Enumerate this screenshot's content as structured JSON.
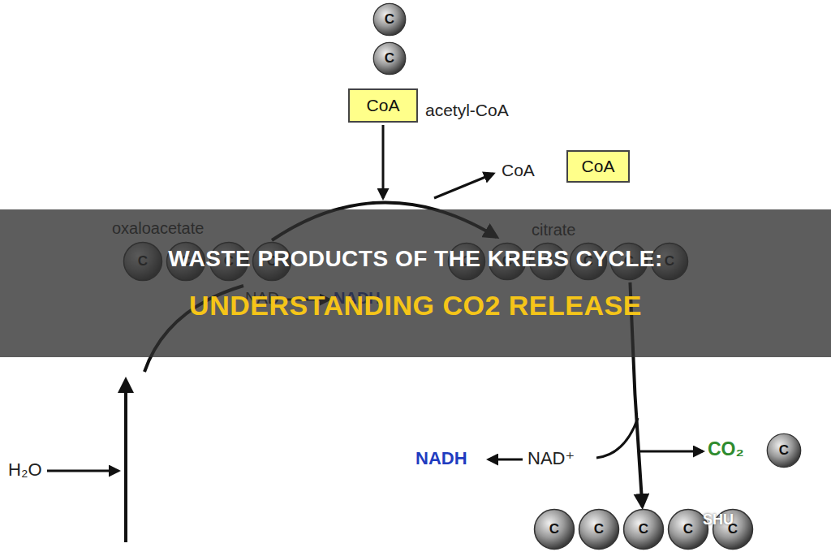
{
  "diagram": {
    "nodes": [
      {
        "text": [
          "C"
        ]
      },
      {
        "text": [
          "C"
        ]
      },
      {
        "text": [
          "CoA"
        ]
      },
      {
        "text": [
          "CoA"
        ]
      },
      {
        "text": [
          "C"
        ]
      },
      {
        "text": [
          "C"
        ]
      },
      {
        "text": [
          "C"
        ]
      },
      {
        "text": [
          "C"
        ]
      },
      {
        "text": [
          "C"
        ]
      },
      {
        "text": [
          "C"
        ]
      },
      {
        "text": [
          "C"
        ]
      },
      {
        "text": [
          "C"
        ]
      },
      {
        "text": [
          "C"
        ]
      },
      {
        "text": [
          "C"
        ]
      },
      {
        "text": [
          "C"
        ]
      },
      {
        "text": [
          "C"
        ]
      },
      {
        "text": [
          "C"
        ]
      },
      {
        "text": [
          "C"
        ]
      },
      {
        "text": [
          "C"
        ]
      },
      {
        "text": [
          "C"
        ]
      },
      {
        "text": [
          "WASTE PRODUCTS OF THE KREBS CYCLE:",
          "UNDERSTANDING CO2 RELEASE"
        ]
      }
    ],
    "edges": [
      {
        "from": 12,
        "to": 17,
        "arrow": "to"
      }
    ],
    "labels": [
      "acetyl-CoA",
      "CoA",
      "oxaloacetate",
      "citrate",
      "NAD",
      "NADH",
      "H₂O",
      "NADH",
      "NAD⁺",
      "CO₂",
      "SHU"
    ]
  }
}
